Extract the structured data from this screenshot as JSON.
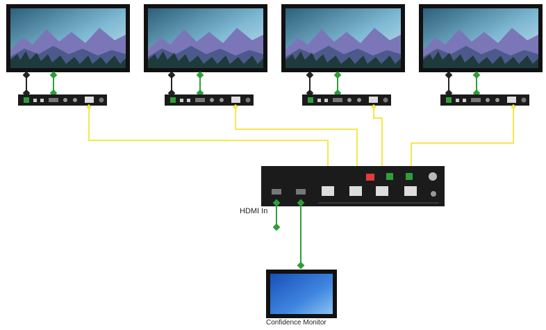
{
  "labels": {
    "hdmi_in": "HDMI In",
    "confidence_monitor": "Confidence Monitor"
  },
  "devices": {
    "displays": [
      "display-1",
      "display-2",
      "display-3",
      "display-4"
    ],
    "receivers": [
      "receiver-1",
      "receiver-2",
      "receiver-3",
      "receiver-4"
    ],
    "transmitter": "splitter-transmitter",
    "monitor": "confidence-monitor"
  },
  "colors": {
    "hdbaset_cable": "#f5e84a",
    "hdmi_cable": "#2e9e3a",
    "ir_cable": "#222222",
    "device_body": "#1b1b1b",
    "monitor_screen": "#2f6fd0"
  }
}
